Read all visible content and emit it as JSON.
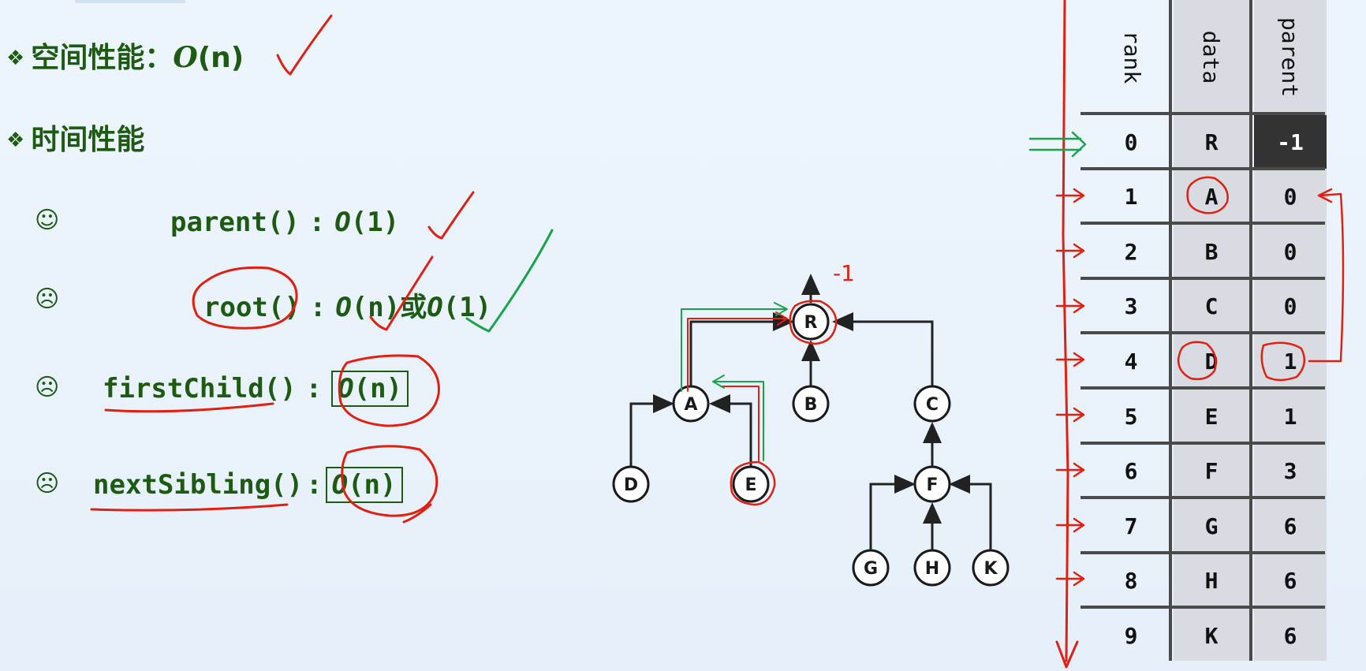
{
  "space": {
    "bullet": "❖",
    "label": "空间性能：",
    "o": "O",
    "complexity": "(n)"
  },
  "time": {
    "bullet": "❖",
    "label": "时间性能"
  },
  "ops": [
    {
      "face": "☺",
      "name": "parent()",
      "sep": ":",
      "o": "O",
      "complexity": "(1)"
    },
    {
      "face": "☹",
      "name": "root()",
      "sep": ":",
      "o": "O",
      "complexity": "(n)或",
      "o2": "O",
      "complexity2": "(1)"
    },
    {
      "face": "☹",
      "name": "firstChild()",
      "sep": ":",
      "o": "O",
      "complexity": "(n)"
    },
    {
      "face": "☹",
      "name": "nextSibling()",
      "sep": ":",
      "o": "O",
      "complexity": "(n)"
    }
  ],
  "tree": {
    "nodes": [
      "R",
      "A",
      "B",
      "C",
      "D",
      "E",
      "F",
      "G",
      "H",
      "K"
    ],
    "root_annotation": "-1"
  },
  "table": {
    "headers": [
      "rank",
      "data",
      "parent"
    ],
    "rows": [
      {
        "rank": "0",
        "data": "R",
        "parent": "-1"
      },
      {
        "rank": "1",
        "data": "A",
        "parent": "0"
      },
      {
        "rank": "2",
        "data": "B",
        "parent": "0"
      },
      {
        "rank": "3",
        "data": "C",
        "parent": "0"
      },
      {
        "rank": "4",
        "data": "D",
        "parent": "1"
      },
      {
        "rank": "5",
        "data": "E",
        "parent": "1"
      },
      {
        "rank": "6",
        "data": "F",
        "parent": "3"
      },
      {
        "rank": "7",
        "data": "G",
        "parent": "6"
      },
      {
        "rank": "8",
        "data": "H",
        "parent": "6"
      },
      {
        "rank": "9",
        "data": "K",
        "parent": "6"
      }
    ]
  },
  "colors": {
    "text_green": "#1d5a12",
    "ink_red": "#e02010",
    "ink_green": "#19a34a",
    "table_cell": "#d9dbe2",
    "table_dark": "#333333"
  }
}
